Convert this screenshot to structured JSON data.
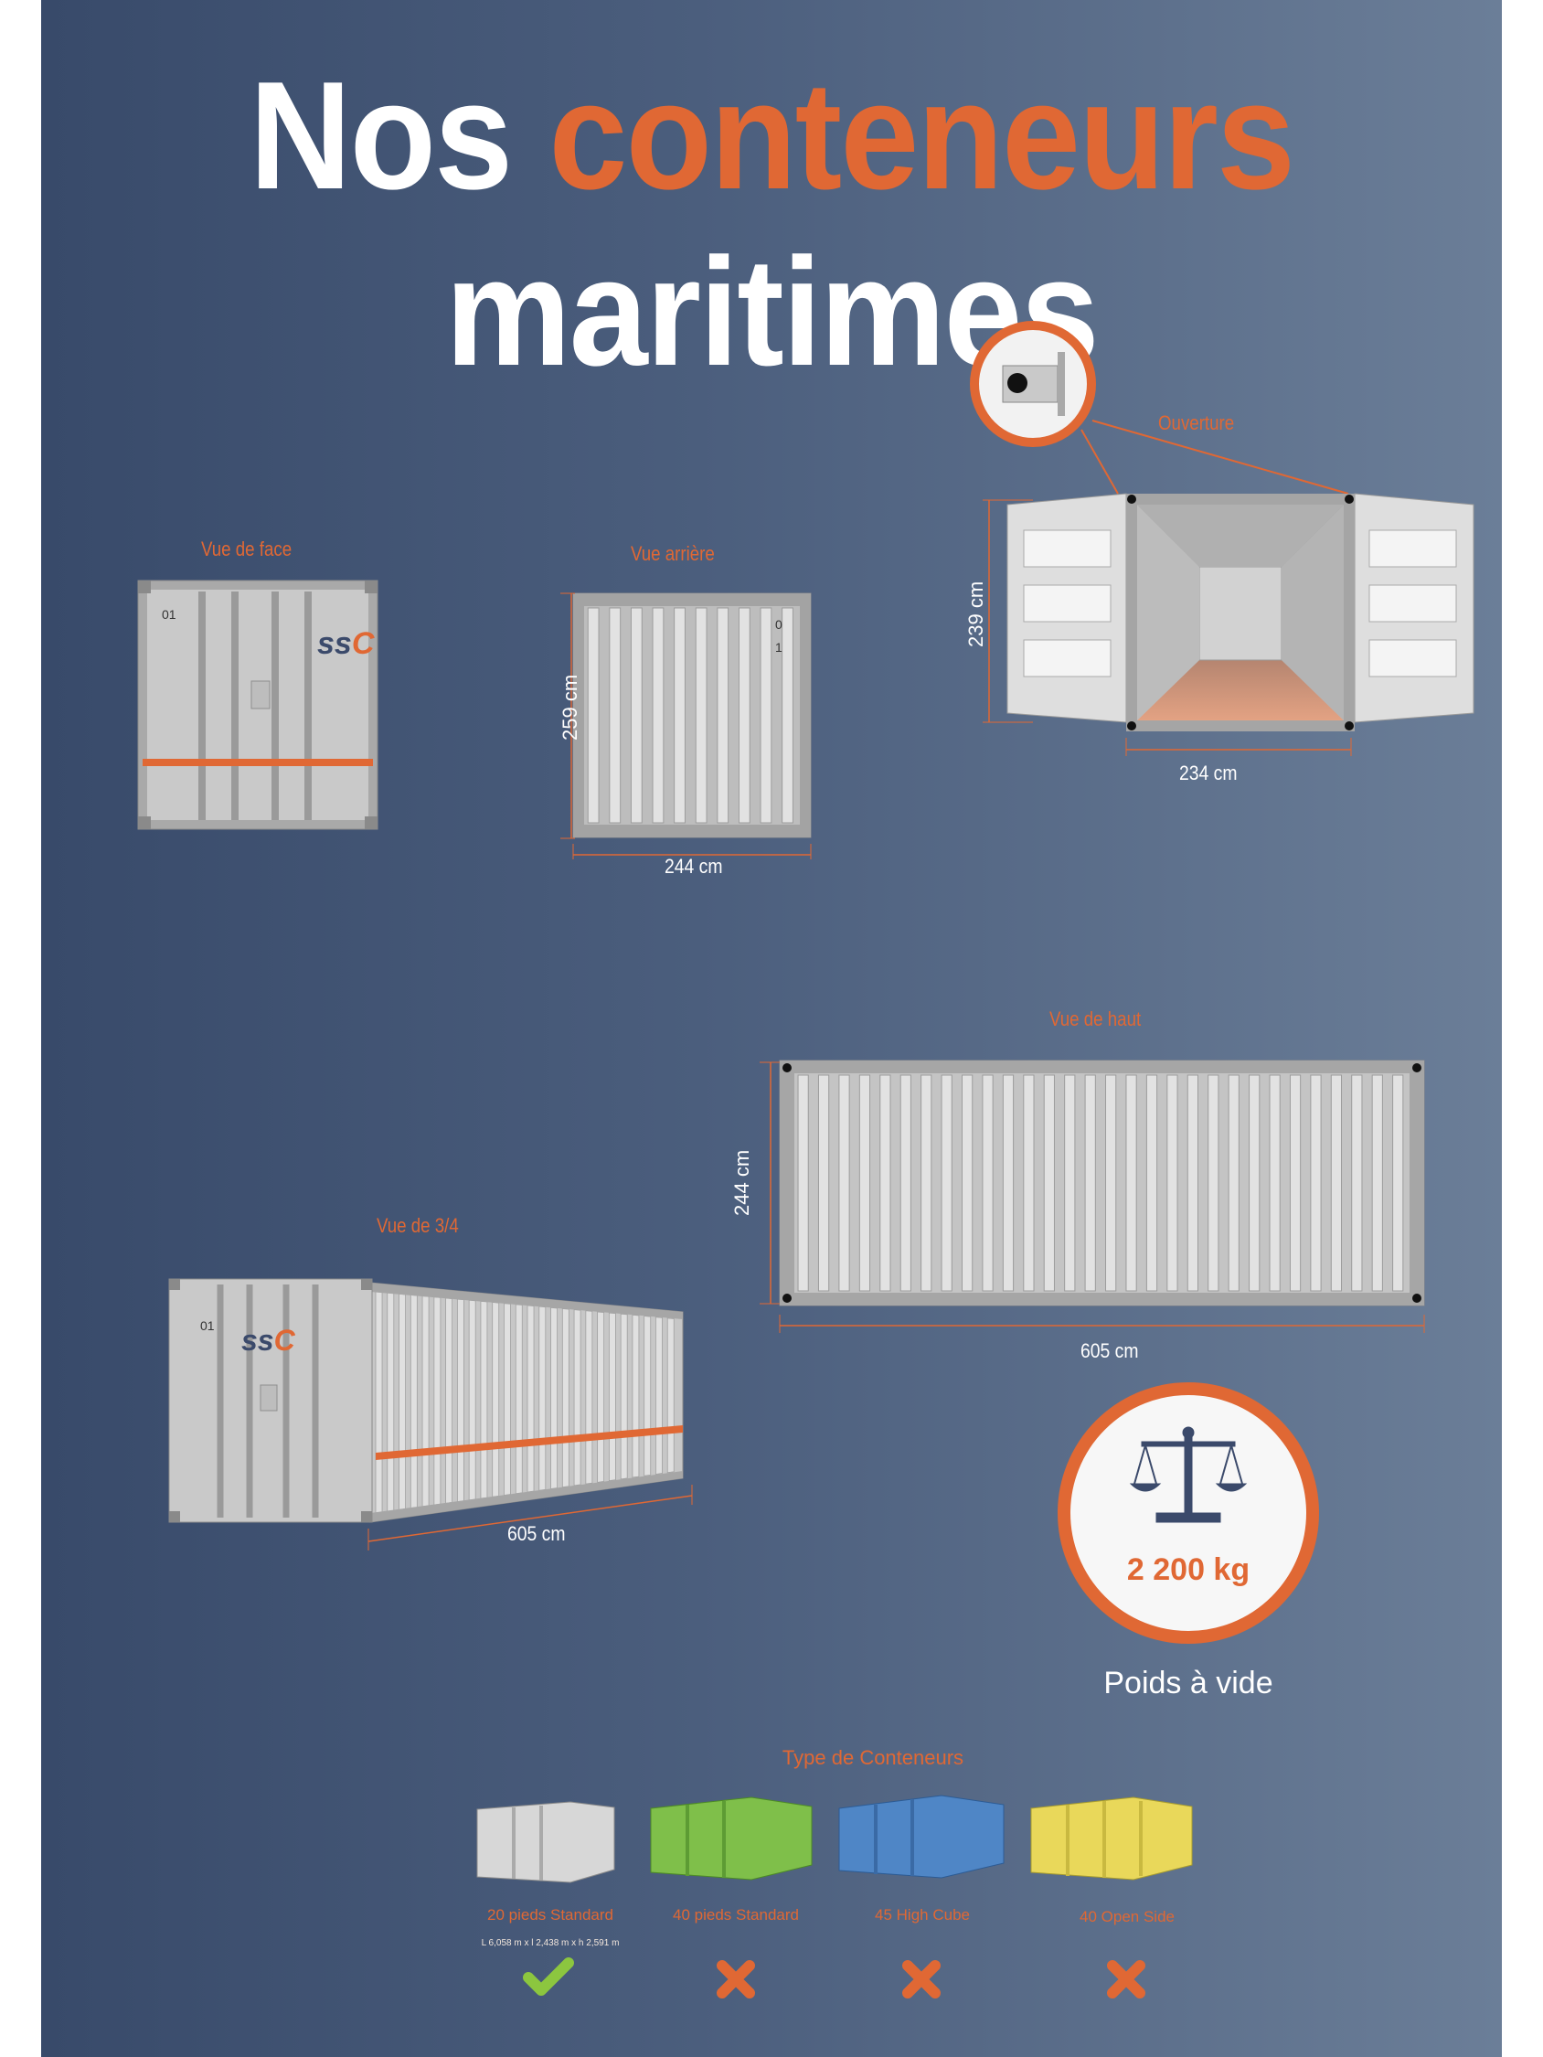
{
  "title": {
    "part1": "Nos",
    "part2": "conteneurs",
    "part3": "maritimes"
  },
  "views": {
    "front": {
      "label": "Vue de face",
      "code": "01",
      "logo": "SSC"
    },
    "rear": {
      "label": "Vue arrière",
      "height": "259 cm",
      "width": "244 cm",
      "code_a": "0",
      "code_b": "1"
    },
    "open": {
      "label": "Ouverture",
      "height": "239 cm",
      "width": "234 cm"
    },
    "top": {
      "label": "Vue de haut",
      "depth": "244 cm",
      "length": "605 cm"
    },
    "three_quarter": {
      "label": "Vue de 3/4",
      "code": "01",
      "logo": "SSC",
      "length": "605 cm"
    }
  },
  "weight": {
    "value": "2 200 kg",
    "caption": "Poids à vide"
  },
  "types": {
    "heading": "Type de Conteneurs",
    "items": [
      {
        "label": "20 pieds Standard",
        "sub": "L 6,058 m x l 2,438 m x h 2,591 m",
        "available": true,
        "color": "#c8c8c8"
      },
      {
        "label": "40 pieds Standard",
        "sub": "",
        "available": false,
        "color": "#7fbf4a"
      },
      {
        "label": "45 High Cube",
        "sub": "",
        "available": false,
        "color": "#4f86c6"
      },
      {
        "label": "40 Open Side",
        "sub": "",
        "available": false,
        "color": "#e9d85a"
      }
    ]
  },
  "colors": {
    "accent": "#e06834",
    "ok": "#8cc63f",
    "no": "#e06834"
  }
}
